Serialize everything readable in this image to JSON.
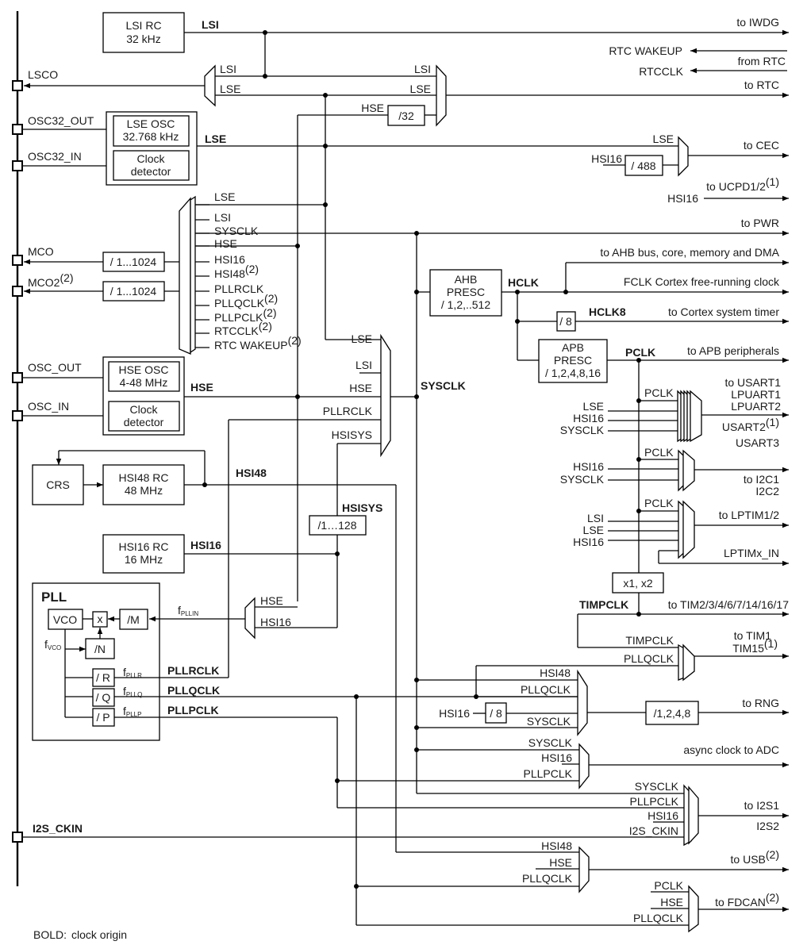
{
  "legend": {
    "bold_label": "BOLD:",
    "text": "clock origin"
  },
  "pins": {
    "lsco": "LSCO",
    "osc32_out": "OSC32_OUT",
    "osc32_in": "OSC32_IN",
    "mco": "MCO",
    "mco2": "MCO2",
    "mco2_sup": "(2)",
    "osc_out": "OSC_OUT",
    "osc_in": "OSC_IN",
    "i2s_ckin": "I2S_CKIN"
  },
  "blocks": {
    "lsi_rc": [
      "LSI RC",
      "32 kHz"
    ],
    "lse_osc": [
      "LSE OSC",
      "32.768 kHz"
    ],
    "clock_detector": [
      "Clock",
      "detector"
    ],
    "hse_osc": [
      "HSE OSC",
      "4-48 MHz"
    ],
    "crs": "CRS",
    "hsi48_rc": [
      "HSI48 RC",
      "48 MHz"
    ],
    "hsi16_rc": [
      "HSI16 RC",
      "16 MHz"
    ],
    "ahb_presc": [
      "AHB",
      "PRESC",
      "/ 1,2,..512"
    ],
    "apb_presc": [
      "APB",
      "PRESC",
      "/ 1,2,4,8,16"
    ],
    "pll": {
      "title": "PLL",
      "vco": "VCO",
      "mult": "x",
      "div_m": "/M",
      "div_n": "/N",
      "div_r": "/ R",
      "div_q": "/ Q",
      "div_p": "/ P",
      "fvco": "f",
      "fvco_sub": "VCO",
      "fpllin": "f",
      "fpllin_sub": "PLLIN",
      "fpllr": "f",
      "fpllr_sub": "PLLR",
      "fpllq": "f",
      "fpllq_sub": "PLLQ",
      "fpllp": "f",
      "fpllp_sub": "PLLP"
    },
    "div32": "/32",
    "div488": "/ 488",
    "mco_div": "/ 1...1024",
    "mco2_div": "/ 1...1024",
    "hsisys_div": "/1…128",
    "hclk_div8": "/ 8",
    "tim_mult": "x1, x2",
    "rng_hsi_div": "/ 8",
    "rng_div": "/1,2,4,8"
  },
  "signals": {
    "lsi": "LSI",
    "lse": "LSE",
    "hse": "HSE",
    "hsi48": "HSI48",
    "hsi16": "HSI16",
    "hsisys": "HSISYS",
    "sysclk": "SYSCLK",
    "hclk": "HCLK",
    "hclk8": "HCLK8",
    "pclk": "PCLK",
    "timpclk": "TIMPCLK",
    "pllrclk": "PLLRCLK",
    "pllqclk": "PLLQCLK",
    "pllpclk": "PLLPCLK"
  },
  "mco_mux_inputs": [
    {
      "label": "LSE",
      "sup": ""
    },
    {
      "label": "LSI",
      "sup": ""
    },
    {
      "label": "SYSCLK",
      "sup": ""
    },
    {
      "label": "HSE",
      "sup": ""
    },
    {
      "label": "HSI16",
      "sup": ""
    },
    {
      "label": "HSI48",
      "sup": "(2)"
    },
    {
      "label": "PLLRCLK",
      "sup": ""
    },
    {
      "label": "PLLQCLK",
      "sup": "(2)"
    },
    {
      "label": "PLLPCLK",
      "sup": "(2)"
    },
    {
      "label": "RTCCLK",
      "sup": "(2)"
    },
    {
      "label": "RTC WAKEUP",
      "sup": "(2)"
    }
  ],
  "lsco_mux_inputs": [
    "LSI",
    "LSE"
  ],
  "rtc_mux_inputs": [
    "LSI",
    "LSE",
    "HSE"
  ],
  "cec_mux_inputs": [
    "LSE",
    "HSI16"
  ],
  "sysclk_mux_inputs": [
    "LSE",
    "LSI",
    "HSE",
    "PLLRCLK",
    "HSISYS"
  ],
  "pll_mux_inputs": [
    "HSE",
    "HSI16"
  ],
  "usart_mux_inputs": [
    "PCLK",
    "LSE",
    "HSI16",
    "SYSCLK"
  ],
  "i2c_mux_inputs": [
    "PCLK",
    "HSI16",
    "SYSCLK"
  ],
  "lptim_mux_inputs": [
    "PCLK",
    "LSI",
    "LSE",
    "HSI16"
  ],
  "tim1_mux_inputs": [
    "TIMPCLK",
    "PLLQCLK"
  ],
  "rng_mux_inputs": [
    "HSI48",
    "PLLQCLK",
    "HSI16",
    "SYSCLK"
  ],
  "adc_mux_inputs": [
    "SYSCLK",
    "HSI16",
    "PLLPCLK"
  ],
  "i2s_mux_inputs": [
    "SYSCLK",
    "PLLPCLK",
    "HSI16",
    "I2S_CKIN"
  ],
  "usb_mux_inputs": [
    "HSI48",
    "HSE",
    "PLLQCLK"
  ],
  "fdcan_mux_inputs": [
    "PCLK",
    "HSE",
    "PLLQCLK"
  ],
  "outputs": {
    "iwdg": "to IWDG",
    "rtc_wakeup": "RTC WAKEUP",
    "from_rtc": "from RTC",
    "rtcclk": "RTCCLK",
    "rtc": "to RTC",
    "cec": "to CEC",
    "ucpd": "to UCPD1/2",
    "ucpd_sup": "(1)",
    "ucpd_src": "HSI16",
    "pwr": "to PWR",
    "ahb": "to AHB bus, core, memory and DMA",
    "fclk": "FCLK Cortex free-running clock",
    "systick": "to Cortex system timer",
    "apb": "to APB peripherals",
    "usart": [
      "to USART1",
      "LPUART1",
      "LPUART2",
      "USART2",
      "USART3"
    ],
    "usart2_sup": "(1)",
    "i2c": [
      "to I2C1",
      "I2C2"
    ],
    "lptim": "to LPTIM1/2",
    "lptim_in": "LPTIMx_IN",
    "tim_group": "to TIM2/3/4/6/7/14/16/17",
    "tim1": [
      "to TIM1",
      "TIM15"
    ],
    "tim15_sup": "(1)",
    "rng": "to RNG",
    "adc": "async clock to ADC",
    "i2s": [
      "to I2S1",
      "I2S2"
    ],
    "usb": "to USB",
    "usb_sup": "(2)",
    "fdcan": "to FDCAN",
    "fdcan_sup": "(2)"
  }
}
